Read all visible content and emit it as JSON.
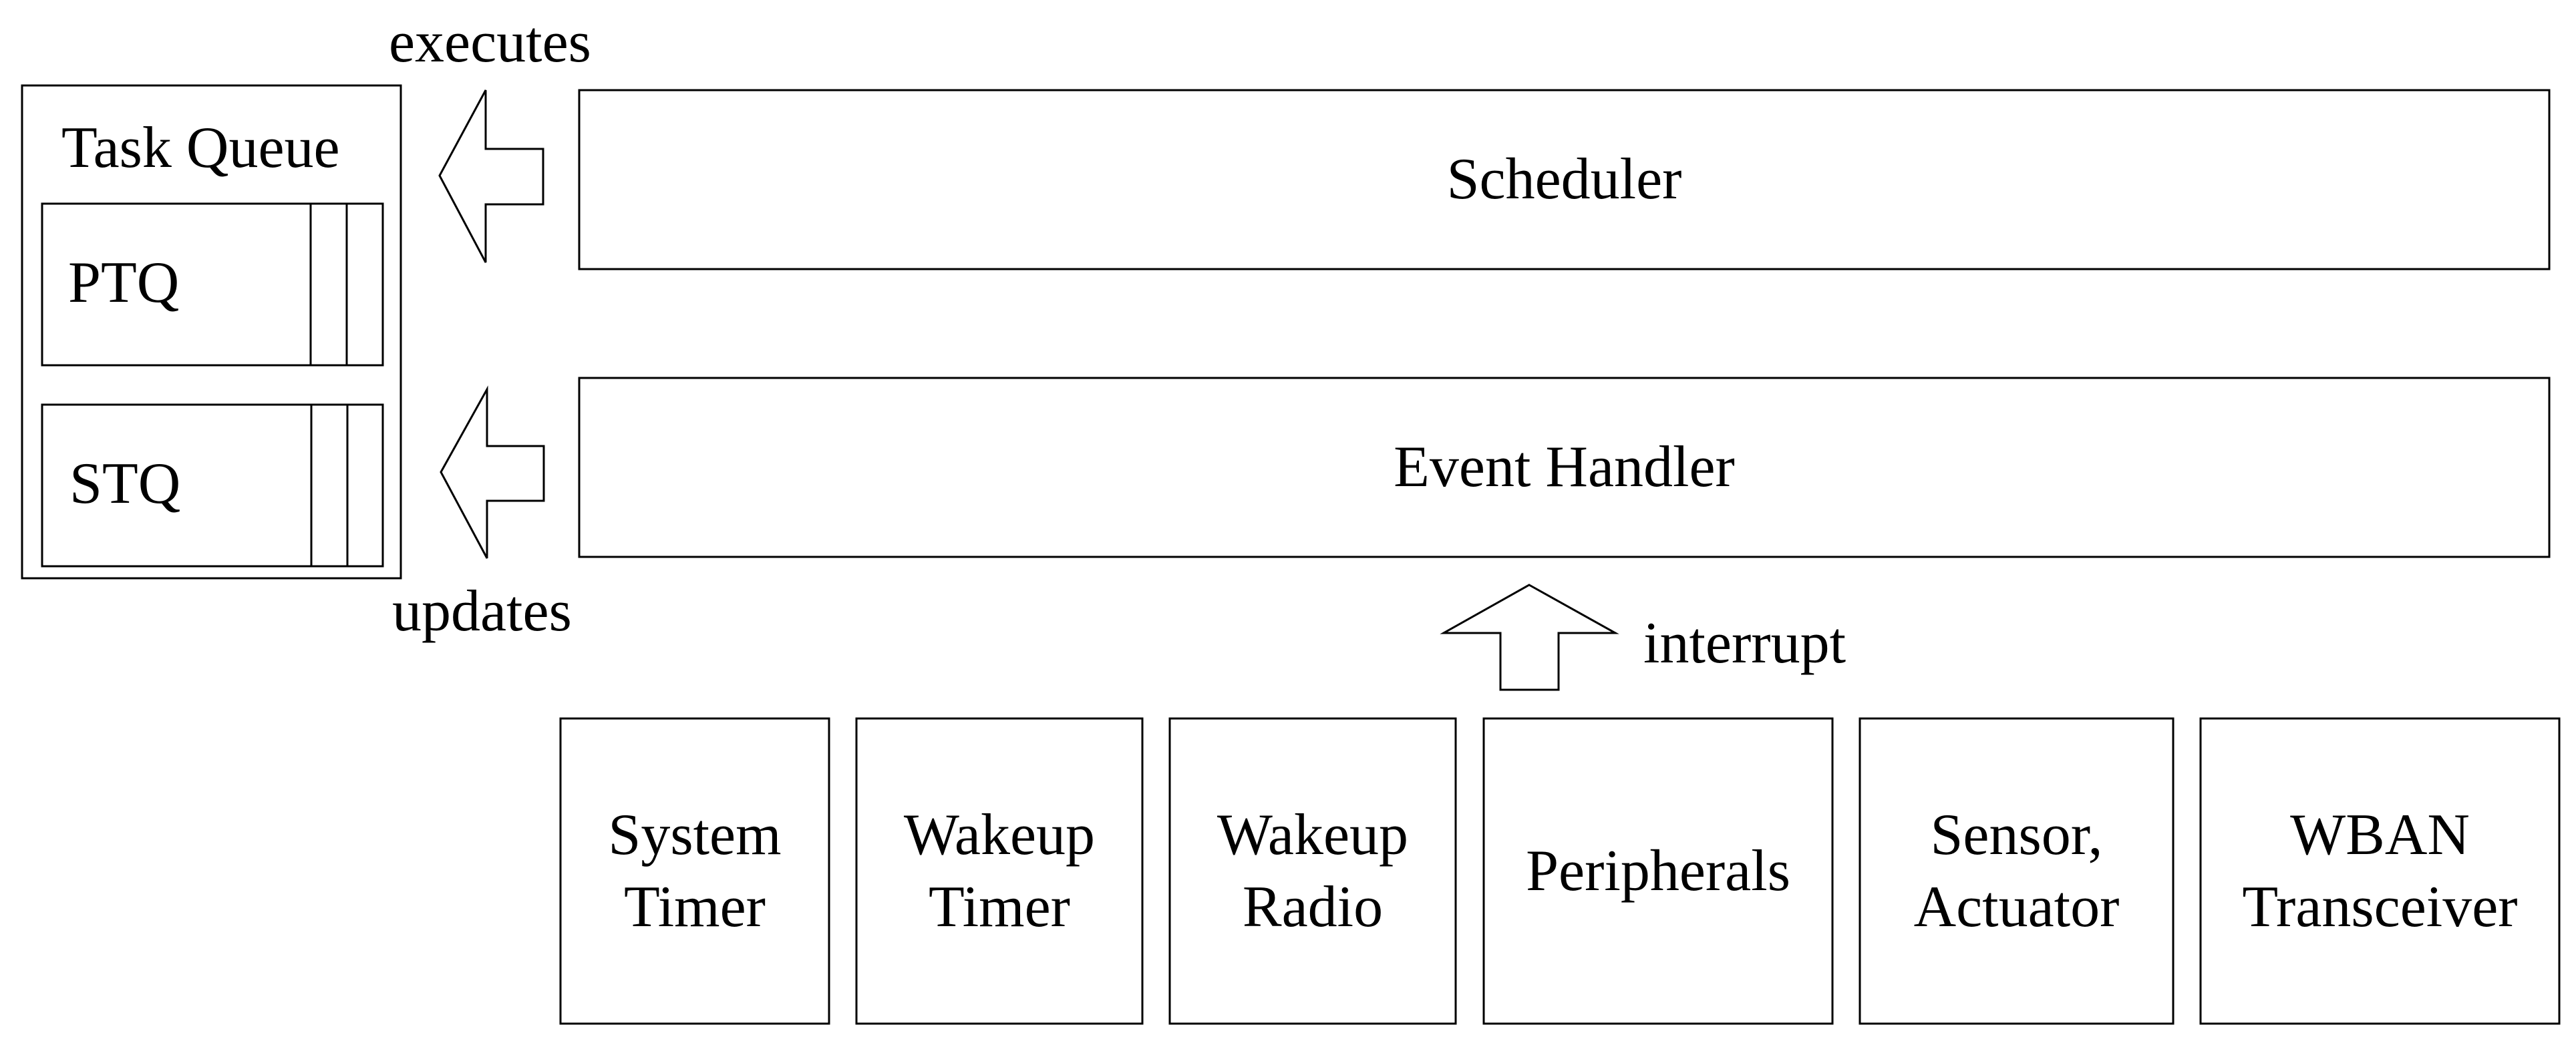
{
  "task_queue": {
    "title": "Task Queue",
    "queues": [
      {
        "label": "PTQ"
      },
      {
        "label": "STQ"
      }
    ]
  },
  "arrows": {
    "executes": "executes",
    "updates": "updates",
    "interrupt": "interrupt"
  },
  "scheduler": {
    "label": "Scheduler"
  },
  "event_handler": {
    "label": "Event Handler"
  },
  "sources": [
    {
      "line1": "System",
      "line2": "Timer"
    },
    {
      "line1": "Wakeup",
      "line2": "Timer"
    },
    {
      "line1": "Wakeup",
      "line2": "Radio"
    },
    {
      "line1": "Peripherals",
      "line2": ""
    },
    {
      "line1": "Sensor,",
      "line2": "Actuator"
    },
    {
      "line1": "WBAN",
      "line2": "Transceiver"
    }
  ]
}
